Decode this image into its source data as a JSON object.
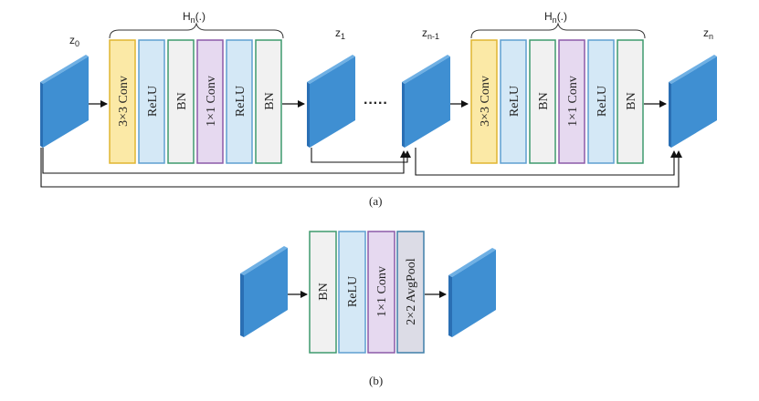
{
  "part_a": {
    "caption": "(a)",
    "z0": {
      "main": "z",
      "sub": "0"
    },
    "z1": {
      "main": "z",
      "sub": "1"
    },
    "zn1": {
      "main": "z",
      "sub": "n-1"
    },
    "zn": {
      "main": "z",
      "sub": "n"
    },
    "ellipsis": "·····",
    "block1": {
      "brace_label": {
        "main": "H",
        "sub": "n",
        "tail": "(.)"
      },
      "layers": [
        "3×3 Conv",
        "ReLU",
        "BN",
        "1×1 Conv",
        "ReLU",
        "BN"
      ]
    },
    "block2": {
      "brace_label": {
        "main": "H",
        "sub": "n",
        "tail": "(.)"
      },
      "layers": [
        "3×3 Conv",
        "ReLU",
        "BN",
        "1×1 Conv",
        "ReLU",
        "BN"
      ]
    }
  },
  "part_b": {
    "caption": "(b)",
    "layers": [
      "BN",
      "ReLU",
      "1×1 Conv",
      "2×2 AvgPool"
    ]
  },
  "colors": {
    "conv3": {
      "fill": "#fbe9a6",
      "stroke": "#e0b530"
    },
    "relu": {
      "fill": "#d4e8f6",
      "stroke": "#5e9fd0"
    },
    "bn": {
      "fill": "#f1f1f1",
      "stroke": "#3e9a6e"
    },
    "conv1": {
      "fill": "#e6d9f0",
      "stroke": "#8c5aa8"
    },
    "pool": {
      "fill": "#dcdce6",
      "stroke": "#3f7fa8"
    },
    "cube_front": "#3f8fd2",
    "cube_side": "#2a6fb4",
    "cube_top": "#6fb0e4"
  }
}
